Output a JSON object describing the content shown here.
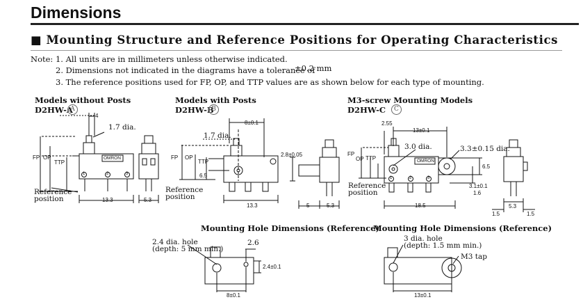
{
  "header": {
    "title": "Dimensions",
    "section": "■ Mounting Structure and Reference Positions for Operating Characteristics"
  },
  "notes": {
    "n1": "Note: 1. All units are in millimeters unless otherwise indicated.",
    "n2": "2. Dimensions not indicated in the diagrams have a tolerance of",
    "n2_tol": "±0.2 mm",
    "n3": "3. The reference positions used for FP, OP, and TTP values are as shown below for each type of mounting."
  },
  "models": [
    {
      "title": "Models without Posts",
      "model": "D2HW-A",
      "circ": "A",
      "dia": "1.7 dia.",
      "ref": [
        "Reference",
        "position"
      ]
    },
    {
      "title": "Models with Posts",
      "model": "D2HW-B",
      "circ": "B",
      "dia": "1.7 dia.",
      "ref": [
        "Reference",
        "position"
      ]
    },
    {
      "title": "M3-screw Mounting Models",
      "model": "D2HW-C",
      "circ": "C",
      "dia": "3.0 dia.",
      "ref": [
        "Reference",
        "position"
      ]
    }
  ],
  "dims": {
    "a_4": "4",
    "a_133": "13.3",
    "a_53": "5.3",
    "b_8": "8±0.1",
    "b_65": "6.5",
    "b_133": "13.3",
    "b_28": "2.8±0.05",
    "b_5": "5",
    "b_53": "5.3",
    "c_255": "2.55",
    "c_13": "13±0.1",
    "c_33": "3.3±0.15 dia.",
    "c_65": "6.5",
    "c_31": "3.1±0.1",
    "c_16": "1.6",
    "c_185": "18.5",
    "c_53": "5.3",
    "c_15a": "1.5",
    "c_15b": "1.5"
  },
  "labels": {
    "fp": "FP",
    "op": "OP",
    "ttp": "TTP",
    "omron": "OMRON",
    "t1": "1",
    "t2": "2",
    "t3": "3"
  },
  "holes": {
    "title": "Mounting Hole Dimensions (Reference)",
    "left": {
      "hole": "2.4 dia. hole",
      "depth": "(depth: 5 mm min.)",
      "d26": "2.6",
      "d24": "2.4±0.1",
      "d8": "8±0.1"
    },
    "right": {
      "hole": "3 dia. hole",
      "depth": "(depth: 1.5 mm min.)",
      "tap": "M3 tap",
      "d13": "13±0.1"
    }
  }
}
